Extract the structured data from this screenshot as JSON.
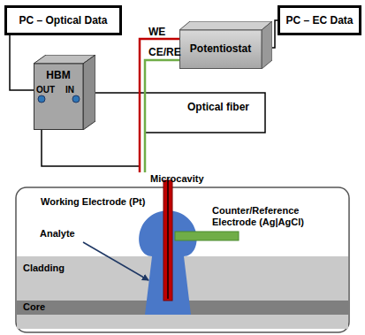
{
  "diagram": {
    "nodes": [
      {
        "text": [
          "PC – Optical Data"
        ]
      },
      {
        "text": [
          "HBM",
          "OUT",
          "IN"
        ]
      },
      {
        "text": [
          "Potentiostat"
        ]
      },
      {
        "text": [
          "PC – EC Data"
        ]
      }
    ],
    "edges": [
      {
        "from": 0,
        "to": 1,
        "arrow": "none"
      },
      {
        "from": 2,
        "to": 3,
        "arrow": "none"
      }
    ],
    "labels": [
      "WE",
      "CE/RE",
      "Optical fiber",
      "Microcavity",
      "Working Electrode (Pt)",
      "Counter/Reference Electrode (Ag|AgCl)",
      "Analyte",
      "Cladding",
      "Core"
    ]
  }
}
